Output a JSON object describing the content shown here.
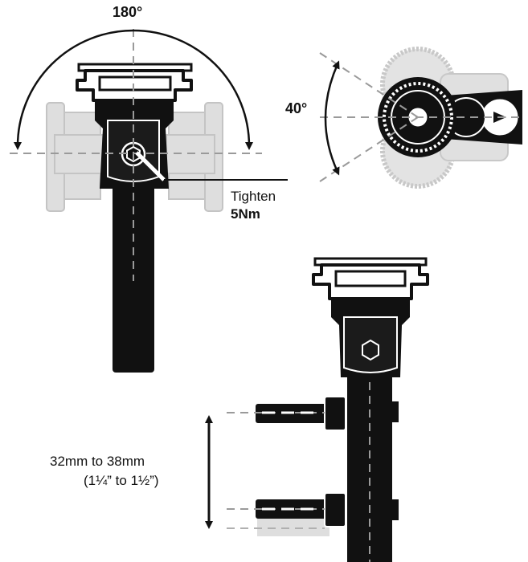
{
  "rotation": {
    "label": "180°"
  },
  "tilt": {
    "label": "40°"
  },
  "tighten": {
    "line1": "Tighten",
    "line2": "5Nm"
  },
  "clamp": {
    "line1": "32mm to 38mm",
    "line2": "(1¼” to 1½”)"
  },
  "colors": {
    "ink": "#111111",
    "ghost": "#d9d9d9",
    "ghost_stroke": "#bdbdbd",
    "dash": "#9a9a9a",
    "paper": "#ffffff"
  },
  "icons": [
    "rotation-arc-arrow-icon",
    "tilt-arc-arrow-icon",
    "hex-bolt-icon",
    "clamp-range-arrow-icon"
  ]
}
